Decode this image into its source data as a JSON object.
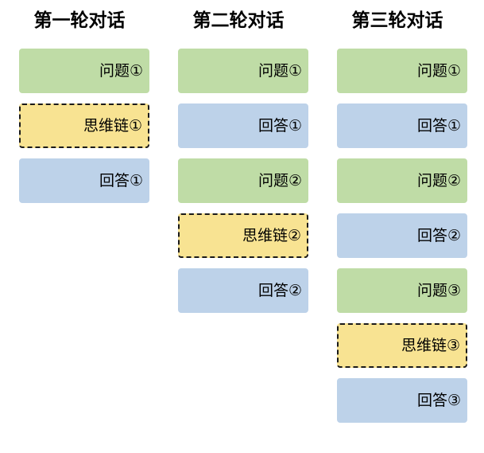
{
  "diagram": {
    "title_font_color": "#000000",
    "background": "#ffffff",
    "colors": {
      "question": "#BFDCA6",
      "answer": "#BDD2E9",
      "chain_of_thought": "#F8E392",
      "chain_border": "#1a1a1a"
    },
    "columns": [
      {
        "id": "round-1",
        "title": "第一轮对话",
        "items": [
          {
            "type": "question",
            "label": "问题①"
          },
          {
            "type": "chain",
            "label": "思维链①"
          },
          {
            "type": "answer",
            "label": "回答①"
          }
        ]
      },
      {
        "id": "round-2",
        "title": "第二轮对话",
        "items": [
          {
            "type": "question",
            "label": "问题①"
          },
          {
            "type": "answer",
            "label": "回答①"
          },
          {
            "type": "question",
            "label": "问题②"
          },
          {
            "type": "chain",
            "label": "思维链②"
          },
          {
            "type": "answer",
            "label": "回答②"
          }
        ]
      },
      {
        "id": "round-3",
        "title": "第三轮对话",
        "items": [
          {
            "type": "question",
            "label": "问题①"
          },
          {
            "type": "answer",
            "label": "回答①"
          },
          {
            "type": "question",
            "label": "问题②"
          },
          {
            "type": "answer",
            "label": "回答②"
          },
          {
            "type": "question",
            "label": "问题③"
          },
          {
            "type": "chain",
            "label": "思维链③"
          },
          {
            "type": "answer",
            "label": "回答③"
          }
        ]
      }
    ]
  }
}
